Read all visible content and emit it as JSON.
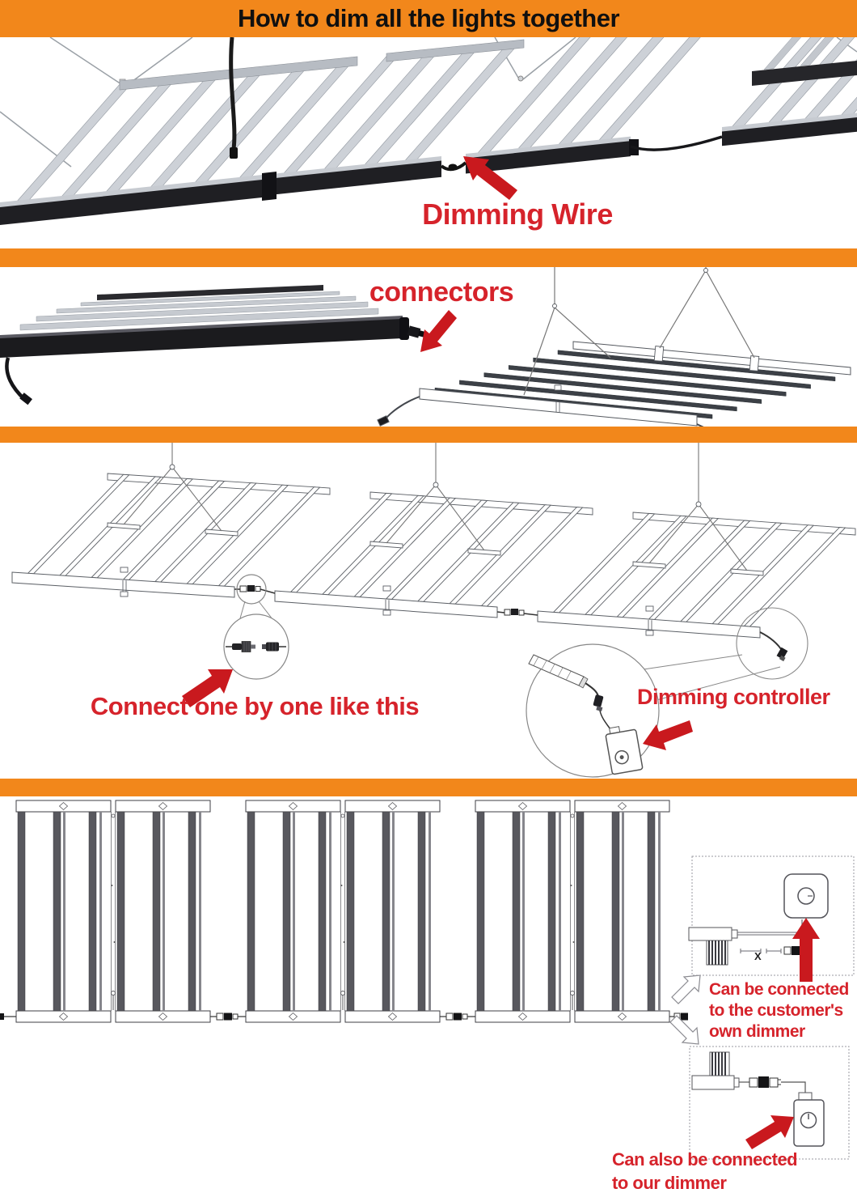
{
  "header": {
    "title": "How to dim all the lights together"
  },
  "colors": {
    "banner_orange": "#F2871B",
    "label_red": "#D6232B",
    "arrow_red": "#C9191E"
  },
  "annotations": {
    "dimming_wire": "Dimming Wire",
    "connectors": "connectors",
    "connect_one_by_one": "Connect one by one like this",
    "dimming_controller": "Dimming controller",
    "customer_dimmer_lines": [
      "Can be connected",
      "to the customer's",
      "own dimmer"
    ],
    "our_dimmer_lines": [
      "Can also be connected",
      "to our dimmer"
    ],
    "cable_length_marker": "X"
  }
}
